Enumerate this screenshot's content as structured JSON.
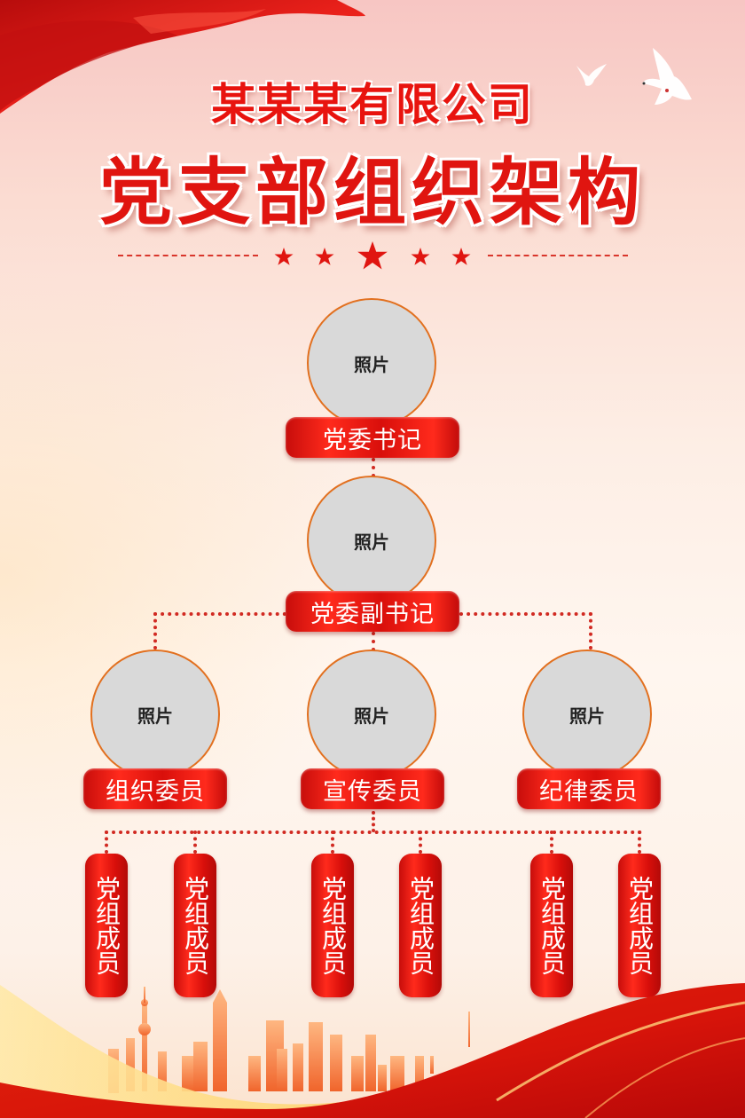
{
  "header": {
    "company": "某某某有限公司",
    "title": "党支部组织架构"
  },
  "decor": {
    "stars": 5,
    "icons": [
      "red-flag-icon",
      "dove-icon",
      "star-icon",
      "city-skyline-icon"
    ],
    "colors": {
      "primary_red": "#e01510",
      "label_red": "#d90f0b",
      "connector": "#d12a22",
      "photo_fill": "#d9d9d9",
      "photo_border": "#e2701f"
    }
  },
  "org": {
    "secretary": {
      "photo": "照片",
      "role": "党委书记"
    },
    "deputy": {
      "photo": "照片",
      "role": "党委副书记"
    },
    "committee": [
      {
        "photo": "照片",
        "role": "组织委员"
      },
      {
        "photo": "照片",
        "role": "宣传委员"
      },
      {
        "photo": "照片",
        "role": "纪律委员"
      }
    ],
    "members": [
      {
        "role": "党组成员"
      },
      {
        "role": "党组成员"
      },
      {
        "role": "党组成员"
      },
      {
        "role": "党组成员"
      },
      {
        "role": "党组成员"
      },
      {
        "role": "党组成员"
      }
    ]
  }
}
